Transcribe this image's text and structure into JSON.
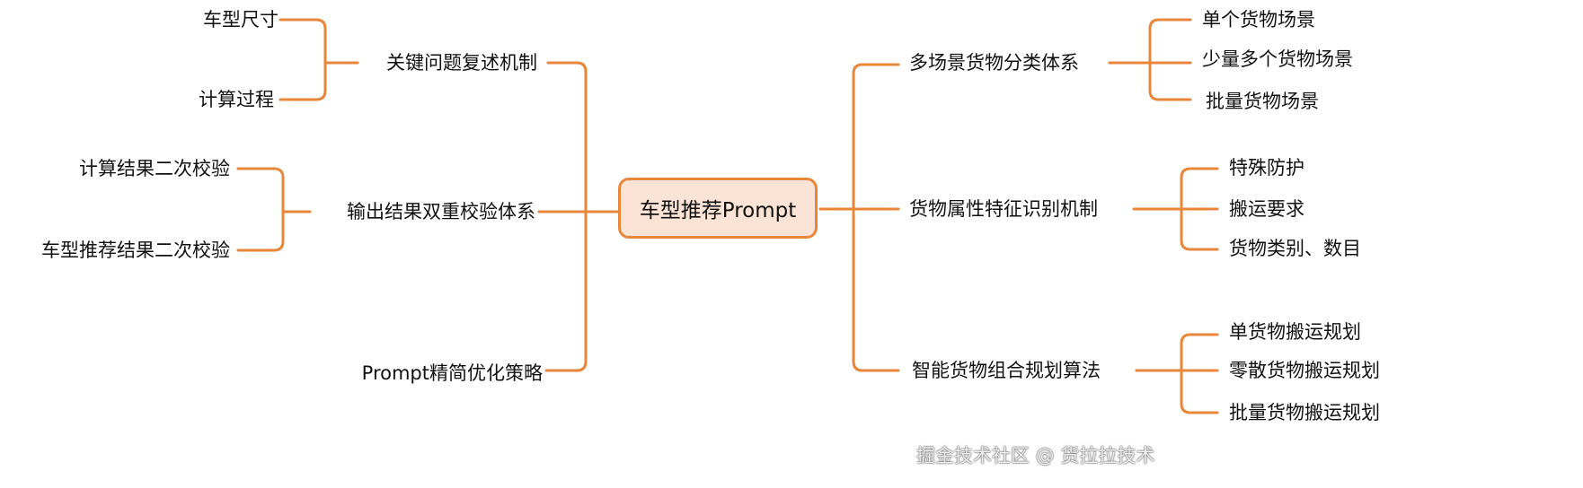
{
  "colors": {
    "line": "#E8863A",
    "root_fill": "#FBE4D5"
  },
  "root": "车型推荐Prompt",
  "left": [
    {
      "label": "关键问题复述机制",
      "children": [
        "车型尺寸",
        "计算过程"
      ]
    },
    {
      "label": "输出结果双重校验体系",
      "children": [
        "计算结果二次校验",
        "车型推荐结果二次校验"
      ]
    },
    {
      "label": "Prompt精简优化策略",
      "children": []
    }
  ],
  "right": [
    {
      "label": "多场景货物分类体系",
      "children": [
        "单个货物场景",
        "少量多个货物场景",
        "批量货物场景"
      ]
    },
    {
      "label": "货物属性特征识别机制",
      "children": [
        "特殊防护",
        "搬运要求",
        "货物类别、数目"
      ]
    },
    {
      "label": "智能货物组合规划算法",
      "children": [
        "单货物搬运规划",
        "零散货物搬运规划",
        "批量货物搬运规划"
      ]
    }
  ],
  "watermark": "掘金技术社区 @ 货拉拉技术"
}
